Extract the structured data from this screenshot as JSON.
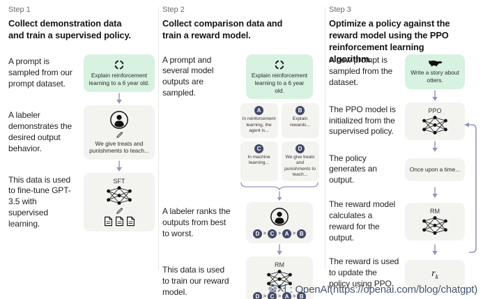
{
  "colors": {
    "prompt_box_green": "#d7f2e0",
    "box_gray": "#f3f3f0",
    "badge_navy": "#434968",
    "arrow_lavender": "#9298b8",
    "caption_blue": "#44546a"
  },
  "caption": {
    "text": "출처 : OpenAI(https://openai.com/blog/chatgpt)"
  },
  "steps": [
    {
      "label": "Step 1",
      "heading": "Collect demonstration data\nand train a supervised policy.",
      "texts": {
        "prompt": "A prompt is sampled from our prompt dataset.",
        "labeler": "A labeler demonstrates the desired output behavior.",
        "finetune": "This data is used to fine-tune GPT-3.5 with supervised learning."
      },
      "boxes": {
        "prompt": {
          "icon": "cycle-icon",
          "text": "Explain reinforcement learning to a 6 year old."
        },
        "labeler": {
          "icons": [
            "person-icon",
            "pencil-icon"
          ],
          "text": "We give treats and punishments to teach..."
        },
        "sft": {
          "label": "SFT",
          "icons": [
            "network-icon",
            "pencil-icon",
            "document-icon",
            "document-icon",
            "document-icon"
          ]
        }
      }
    },
    {
      "label": "Step 2",
      "heading": "Collect comparison data and\ntrain a reward model.",
      "texts": {
        "prompt": "A prompt and several model outputs are sampled.",
        "rank": "A labeler ranks the outputs from best to worst.",
        "train": "This data is used to train our reward model."
      },
      "boxes": {
        "prompt": {
          "icon": "cycle-icon",
          "text": "Explain reinforcement learning to a 6 year old."
        },
        "outputs": [
          {
            "id": "A",
            "text": "In reinforcement learning, the agent is..."
          },
          {
            "id": "B",
            "text": "Explain rewards..."
          },
          {
            "id": "C",
            "text": "In machine learning..."
          },
          {
            "id": "D",
            "text": "We give treats and punishments to teach..."
          }
        ],
        "rank": {
          "icon": "person-icon",
          "ranking": [
            "D",
            "C",
            "A",
            "B"
          ],
          "separator": ">"
        },
        "rm": {
          "label": "RM",
          "icon": "network-icon",
          "ranking": [
            "D",
            "C",
            "A",
            "B"
          ],
          "separator": ">"
        }
      }
    },
    {
      "label": "Step 3",
      "heading": "Optimize a policy against the\nreward model using the PPO\nreinforcement learning algorithm.",
      "texts": {
        "prompt": "A new prompt is sampled from the dataset.",
        "init": "The PPO model is initialized from the supervised policy.",
        "output": "The policy generates an output.",
        "reward": "The reward model calculates a reward for the output.",
        "update": "The reward is used to update the policy using PPO."
      },
      "boxes": {
        "prompt": {
          "icon": "otter-icon",
          "text": "Write a story about otters."
        },
        "ppo": {
          "label": "PPO",
          "icon": "network-icon"
        },
        "output": {
          "text": "Once upon a time..."
        },
        "rm": {
          "label": "RM",
          "icon": "network-icon"
        },
        "reward": {
          "base": "r",
          "sub": "k"
        }
      }
    }
  ]
}
